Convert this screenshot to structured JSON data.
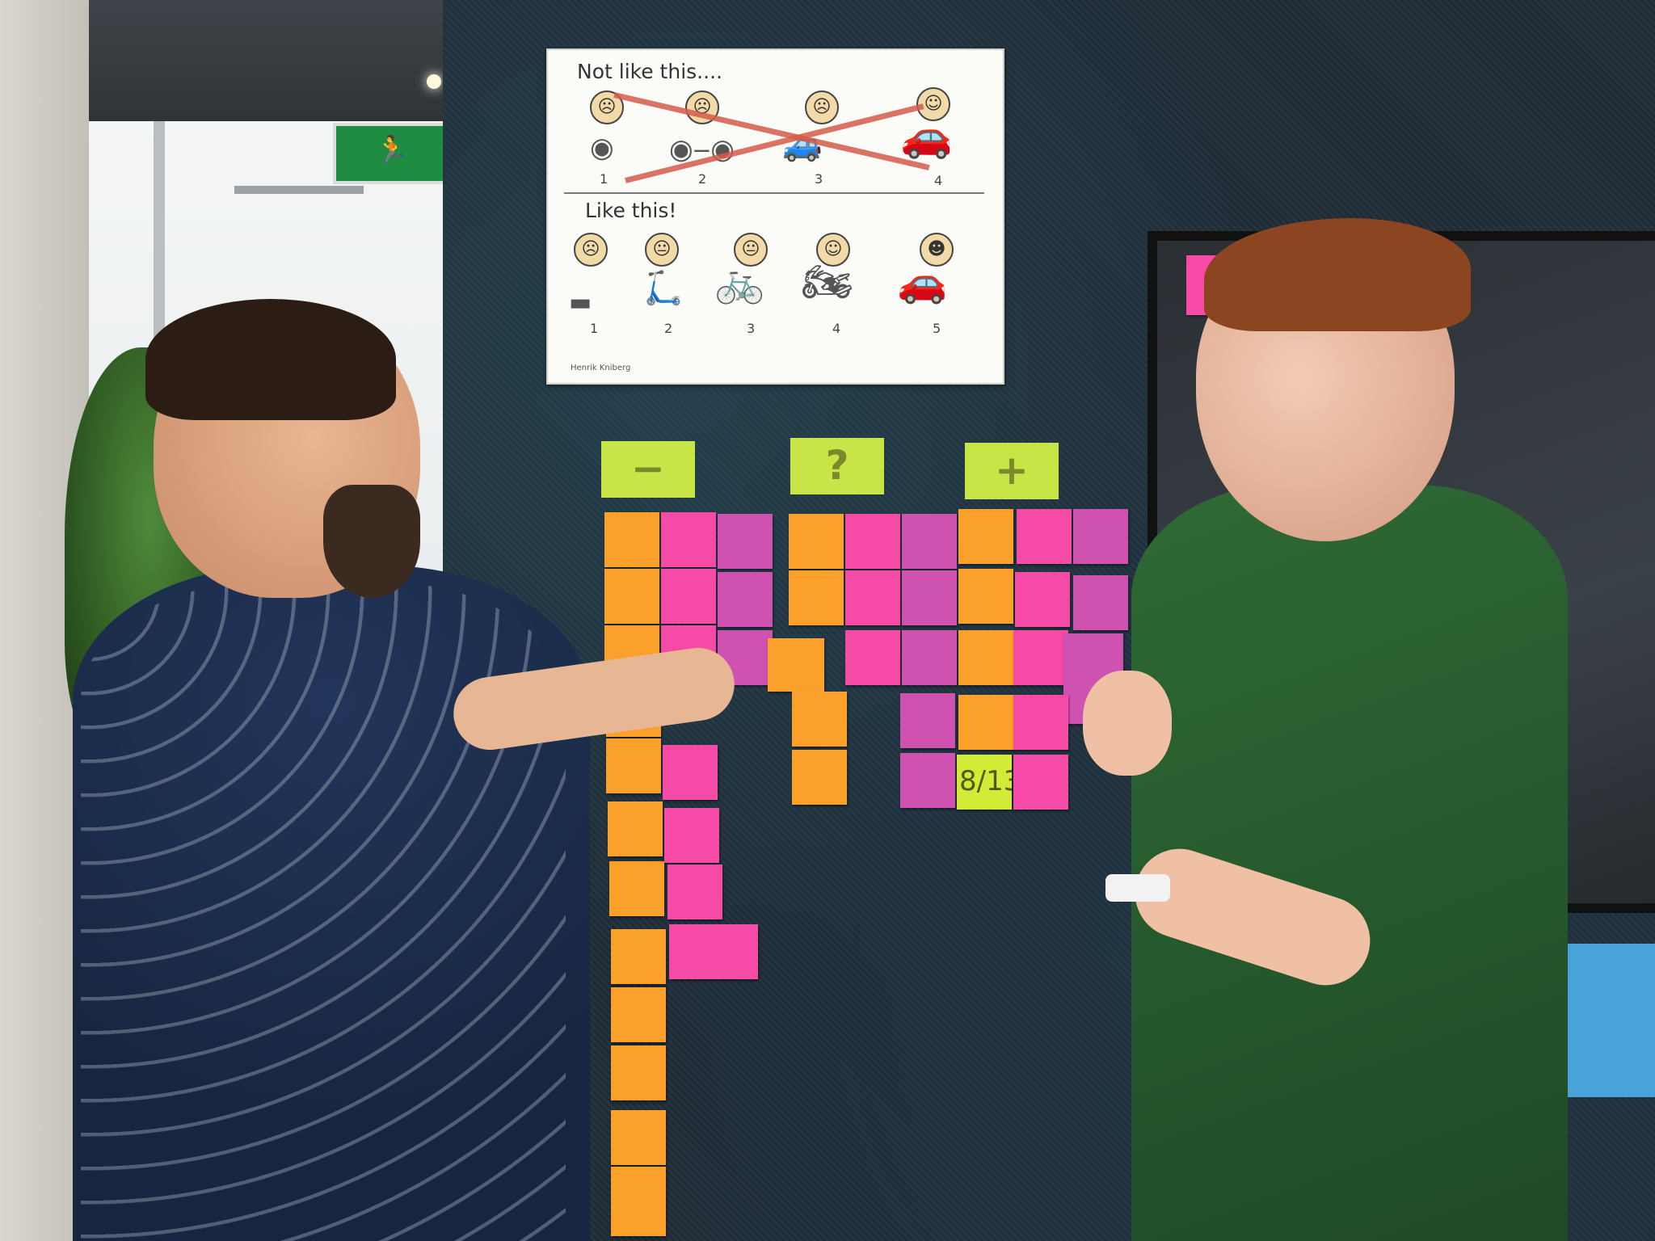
{
  "poster": {
    "heading_top": "Not like this....",
    "heading_bottom": "Like this!",
    "credit": "Henrik Kniberg",
    "top_steps": [
      "1",
      "2",
      "3",
      "4"
    ],
    "bottom_steps": [
      "1",
      "2",
      "3",
      "4",
      "5"
    ],
    "vehicles_bottom": [
      "skateboard-icon",
      "scooter-icon",
      "bicycle-icon",
      "motorcycle-icon",
      "car-icon"
    ]
  },
  "board": {
    "headers": [
      "−",
      "?",
      "+"
    ],
    "score_note": "8/13"
  },
  "signage": {
    "exit_sign": "exit-sign-icon"
  },
  "colors": {
    "note_orange": "#fba02b",
    "note_pink": "#f54aa5",
    "note_magenta": "#cf52b0",
    "note_lime": "#d3ea37",
    "felt_wall": "#23303a"
  }
}
